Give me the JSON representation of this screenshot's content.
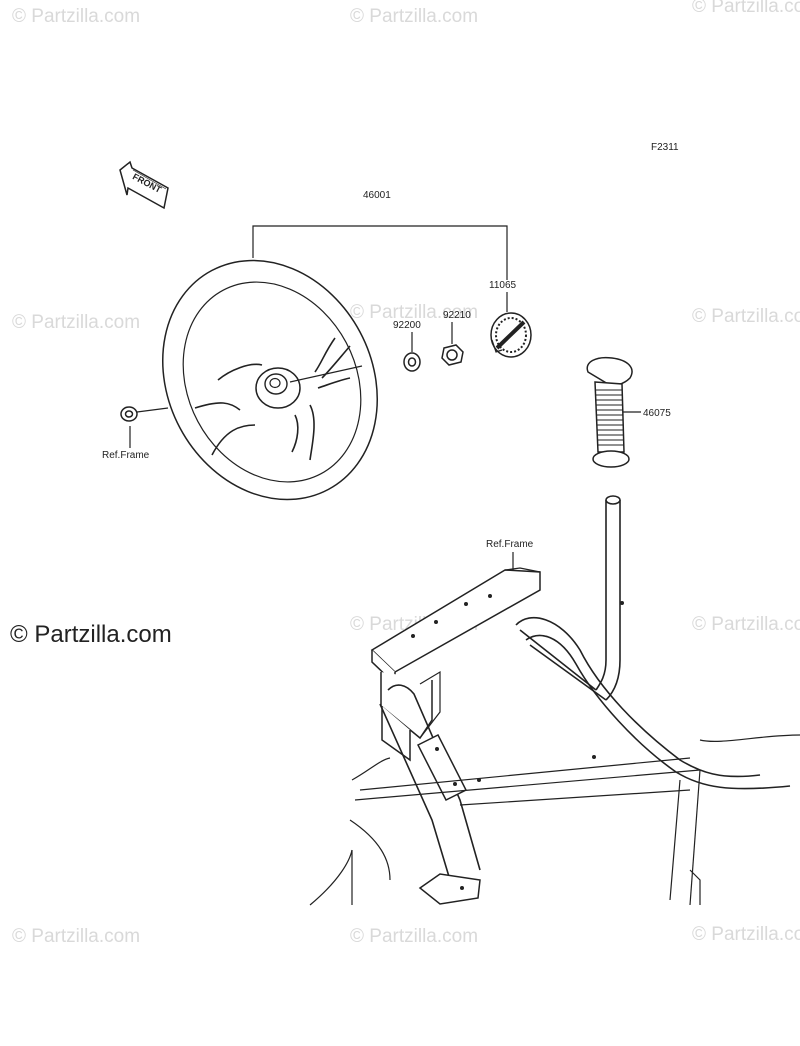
{
  "diagram": {
    "code": "F2311",
    "front_arrow_label": "FRONT",
    "parts": {
      "steering_wheel": "46001",
      "emblem": "11065",
      "washer": "92200",
      "nut": "92210",
      "grip": "46075"
    },
    "ref_frame_left": "Ref.Frame",
    "ref_frame_right": "Ref.Frame"
  },
  "watermark": {
    "text": "© Partzilla.com",
    "main_text": "© Partzilla.com"
  }
}
